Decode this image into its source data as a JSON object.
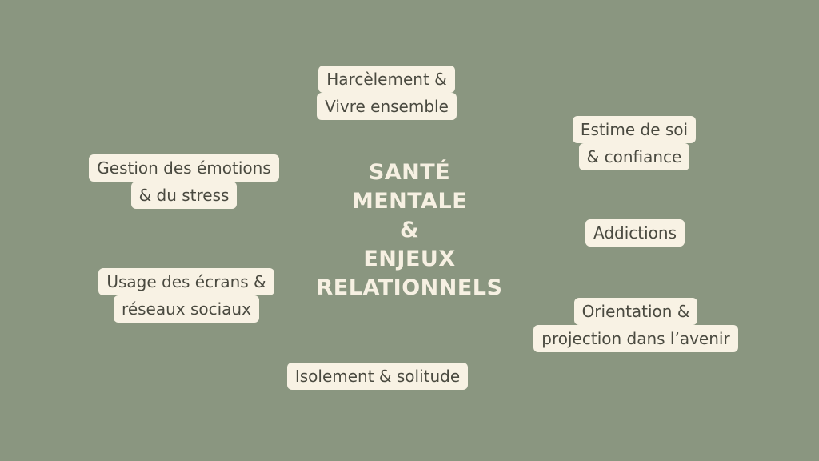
{
  "title_lines": [
    "SANTÉ",
    "MENTALE",
    "&",
    "ENJEUX",
    "RELATIONNELS"
  ],
  "nodes": {
    "harcelement": [
      "Harcèlement &",
      "Vivre ensemble"
    ],
    "estime": [
      "Estime de soi",
      "& confiance"
    ],
    "gestion": [
      "Gestion des émotions",
      "& du stress"
    ],
    "addictions": [
      "Addictions"
    ],
    "usage": [
      "Usage des écrans &",
      "réseaux sociaux"
    ],
    "orientation": [
      "Orientation &",
      "projection dans l’avenir"
    ],
    "isolement": [
      "Isolement & solitude"
    ]
  },
  "colors": {
    "background": "#8a9680",
    "title": "#f6f0e2",
    "node_background": "#f8f2e4",
    "node_text": "#4a4a40"
  }
}
